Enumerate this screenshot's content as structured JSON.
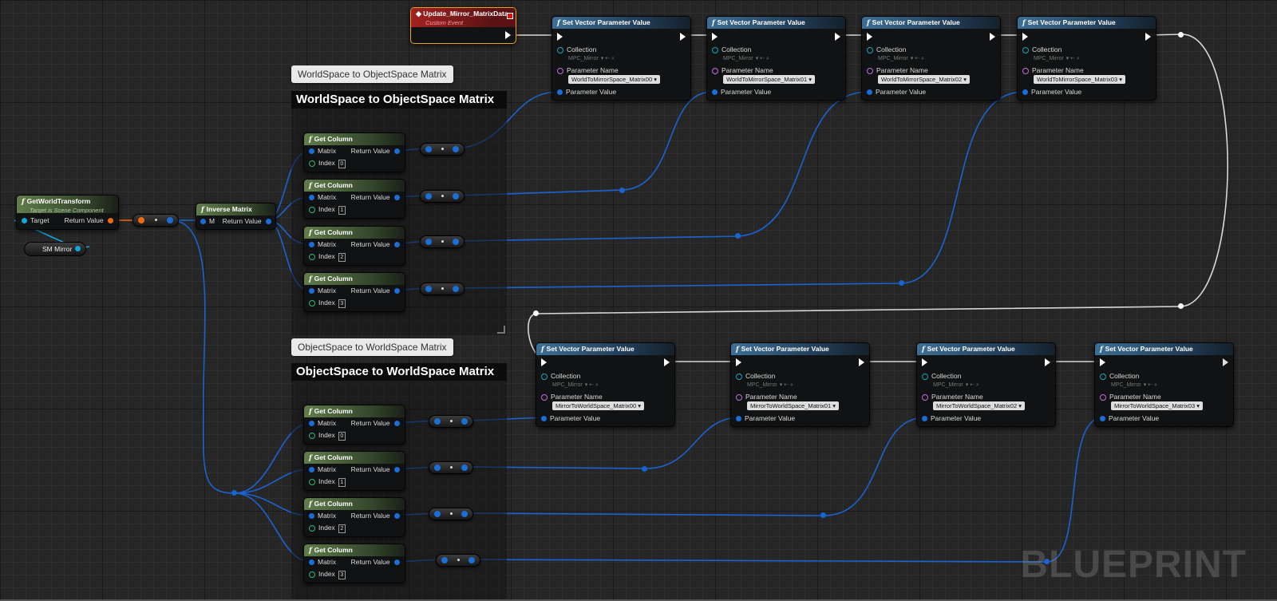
{
  "event": {
    "title": "Update_Mirror_MatrixData",
    "subtitle": "Custom Event"
  },
  "get_world_transform": {
    "title": "GetWorldTransform",
    "subtitle": "Target is Scene Component",
    "target_label": "Target",
    "return_label": "Return Value"
  },
  "sm_mirror": {
    "label": "SM Mirror"
  },
  "inverse_matrix": {
    "title": "Inverse Matrix",
    "m_label": "M",
    "return_label": "Return Value"
  },
  "comments": {
    "top": {
      "bubble": "WorldSpace to ObjectSpace Matrix",
      "title": "WorldSpace to ObjectSpace Matrix"
    },
    "bottom": {
      "bubble": "ObjectSpace to WorldSpace Matrix",
      "title": "ObjectSpace to WorldSpace Matrix"
    }
  },
  "get_column": {
    "title": "Get Column",
    "matrix_label": "Matrix",
    "index_label": "Index",
    "return_label": "Return Value"
  },
  "get_column_indices": [
    "0",
    "1",
    "2",
    "3"
  ],
  "set_vector": {
    "title": "Set Vector Parameter Value",
    "collection_label": "Collection",
    "collection_value": "MPC_Mirror",
    "parameter_name_label": "Parameter Name",
    "parameter_value_label": "Parameter Value"
  },
  "top_params": [
    "WorldToMirrorSpace_Matrix00",
    "WorldToMirrorSpace_Matrix01",
    "WorldToMirrorSpace_Matrix02",
    "WorldToMirrorSpace_Matrix03"
  ],
  "bottom_params": [
    "MirrorToWorldSpace_Matrix00",
    "MirrorToWorldSpace_Matrix01",
    "MirrorToWorldSpace_Matrix02",
    "MirrorToWorldSpace_Matrix03"
  ],
  "watermark": "BLUEPRINT",
  "colors": {
    "exec_wire": "#d8d8d8",
    "vector_wire": "#1b63d0",
    "transform_wire": "#f06a0f",
    "object_wire": "#10a8d8"
  }
}
